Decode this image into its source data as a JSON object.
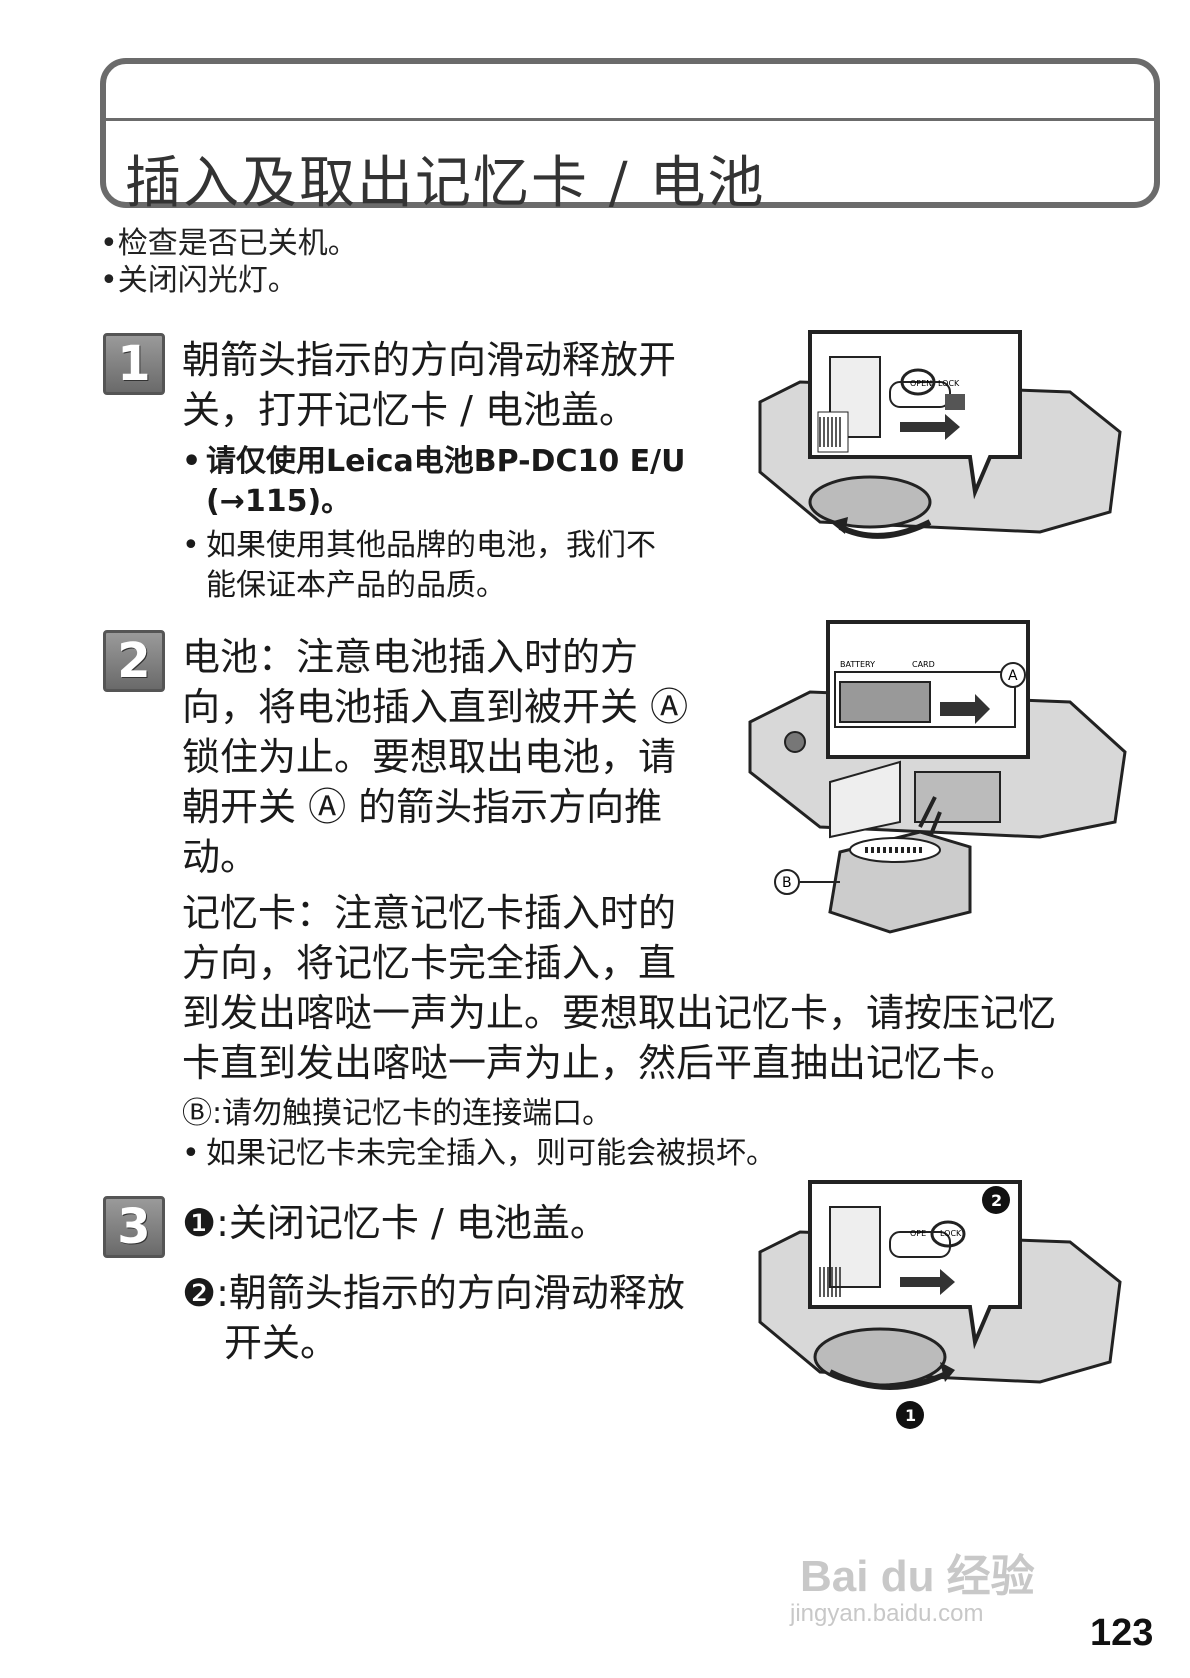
{
  "title": "插入及取出记忆卡 / 电池",
  "precautions": [
    "•检查是否已关机。",
    "•关闭闪光灯。"
  ],
  "step1": {
    "number": "1",
    "line1": "朝箭头指示的方向滑动释放开",
    "line2": "关，打开记忆卡 / 电池盖。",
    "note1_line1": "请仅使用Leica电池BP-DC10 E/U",
    "note1_line2": "(→115)。",
    "note2_line1": "如果使用其他品牌的电池，我们不",
    "note2_line2": "能保证本产品的品质。",
    "figure_labels": {
      "open": "OPEN",
      "lock": "LOCK"
    }
  },
  "step2": {
    "number": "2",
    "battery_lines": [
      "电池：注意电池插入时的方",
      "向，将电池插入直到被开关 Ⓐ",
      "锁住为止。要想取出电池，请",
      "朝开关 Ⓐ 的箭头指示方向推",
      "动。"
    ],
    "card_lines": [
      "记忆卡：注意记忆卡插入时的",
      "方向，将记忆卡完全插入，直",
      "到发出喀哒一声为止。要想取出记忆卡，请按压记忆",
      "卡直到发出喀哒一声为止，然后平直抽出记忆卡。"
    ],
    "note_b": "Ⓑ:请勿触摸记忆卡的连接端口。",
    "note_bullet": "如果记忆卡未完全插入，则可能会被损坏。",
    "figure_labels": {
      "a": "A",
      "b": "B",
      "battery": "BATTERY",
      "card": "CARD"
    }
  },
  "step3": {
    "number": "3",
    "sub1": "❶:关闭记忆卡 / 电池盖。",
    "sub2_line1": "❷:朝箭头指示的方向滑动释放",
    "sub2_line2": "开关。",
    "figure_labels": {
      "n1": "1",
      "n2": "2",
      "open": "OPE",
      "lock": "LOCK"
    }
  },
  "page_number": "123",
  "watermark": {
    "logo": "Bai du 经验",
    "url": "jingyan.baidu.com"
  }
}
